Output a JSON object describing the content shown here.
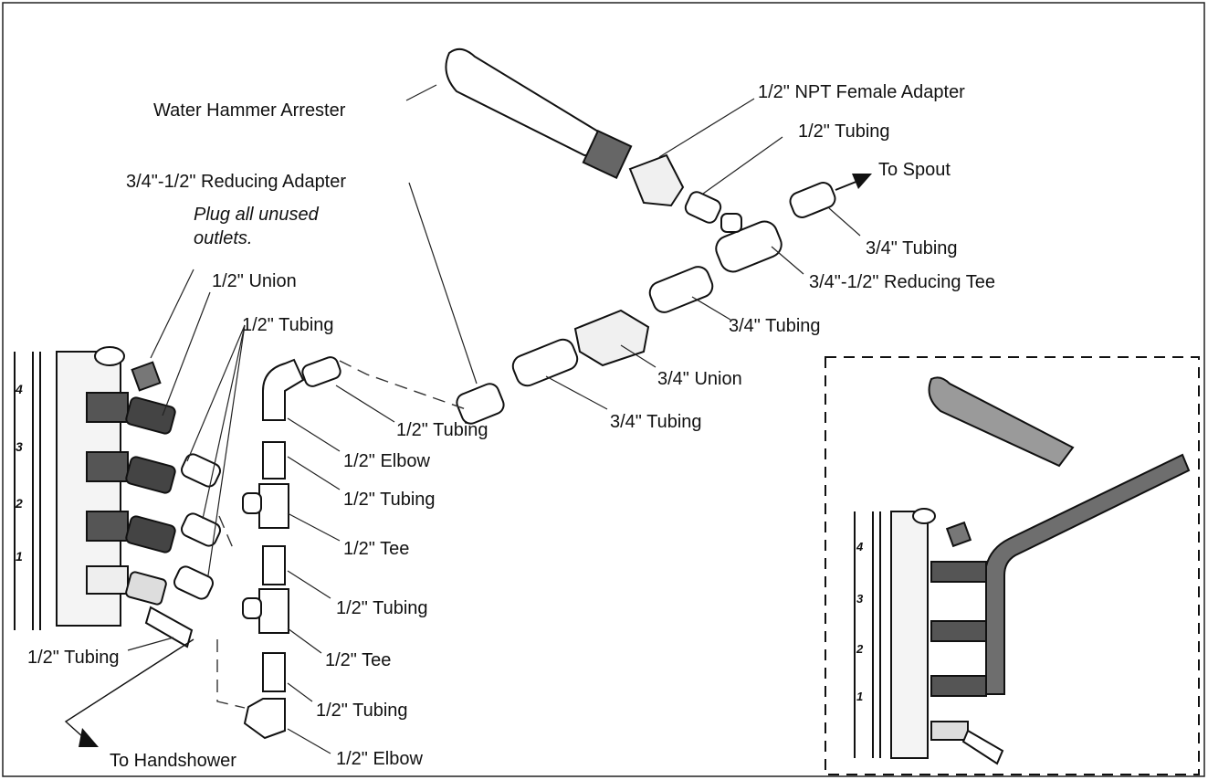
{
  "labels": {
    "water_hammer_arrester": "Water Hammer Arrester",
    "npt_female_adapter": "1/2\" NPT Female Adapter",
    "tubing_half_top": "1/2\" Tubing",
    "to_spout": "To Spout",
    "reducing_adapter": "3/4\"-1/2\" Reducing Adapter",
    "plug_note_line1": "Plug all unused",
    "plug_note_line2": "outlets.",
    "union_half": "1/2\" Union",
    "tubing_half_group": "1/2\" Tubing",
    "tubing_3q_right": "3/4\" Tubing",
    "reducing_tee": "3/4\"-1/2\" Reducing Tee",
    "tubing_3q_mid": "3/4\" Tubing",
    "union_3q": "3/4\" Union",
    "tubing_3q_low": "3/4\" Tubing",
    "tubing_half_elbow_in": "1/2\" Tubing",
    "elbow_half_top": "1/2\" Elbow",
    "tubing_half_2": "1/2\" Tubing",
    "tee_half_1": "1/2\" Tee",
    "tubing_half_3": "1/2\" Tubing",
    "tee_half_2": "1/2\" Tee",
    "tubing_half_4": "1/2\" Tubing",
    "elbow_half_bottom": "1/2\" Elbow",
    "tubing_half_left": "1/2\" Tubing",
    "to_handshower": "To Handshower"
  },
  "valve_numbers": [
    "4",
    "3",
    "2",
    "1"
  ],
  "inset_valve_numbers": [
    "4",
    "3",
    "2",
    "1"
  ],
  "colors": {
    "line": "#111111",
    "arrester_fill": "#9a9a9a",
    "assembly_fill": "#6e6e6e"
  }
}
